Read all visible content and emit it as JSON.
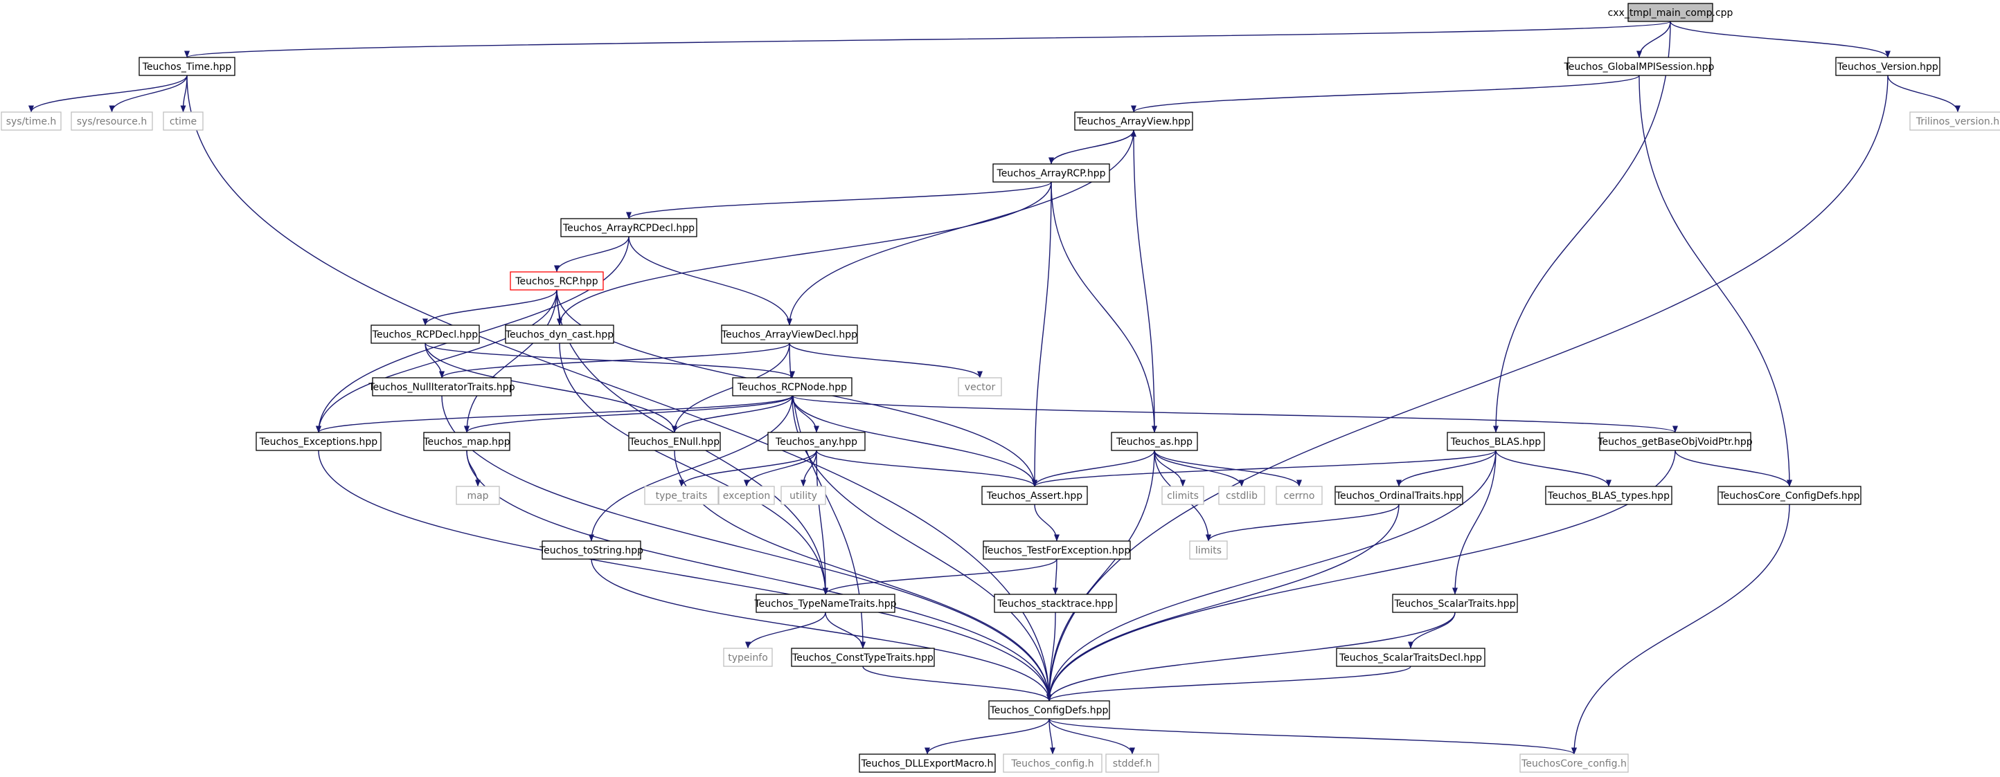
{
  "colors": {
    "edge": "#191970",
    "box_border": "#000000",
    "root_fill": "#bfbfbf",
    "highlight_border": "#ff0000",
    "external_border": "#bfbfbf",
    "external_text": "#7a7a7a"
  },
  "nodes": [
    {
      "id": "root",
      "label": "cxx_tmpl_main_comp.cpp",
      "kind": "root"
    },
    {
      "id": "time",
      "label": "Teuchos_Time.hpp",
      "kind": "normal"
    },
    {
      "id": "gmpi",
      "label": "Teuchos_GlobalMPISession.hpp",
      "kind": "normal"
    },
    {
      "id": "version",
      "label": "Teuchos_Version.hpp",
      "kind": "normal"
    },
    {
      "id": "systime",
      "label": "sys/time.h",
      "kind": "external"
    },
    {
      "id": "sysres",
      "label": "sys/resource.h",
      "kind": "external"
    },
    {
      "id": "ctime",
      "label": "ctime",
      "kind": "external"
    },
    {
      "id": "trilinos",
      "label": "Trilinos_version.h",
      "kind": "external"
    },
    {
      "id": "arrayview",
      "label": "Teuchos_ArrayView.hpp",
      "kind": "normal"
    },
    {
      "id": "arrayrcp",
      "label": "Teuchos_ArrayRCP.hpp",
      "kind": "normal"
    },
    {
      "id": "arrayrcpdecl",
      "label": "Teuchos_ArrayRCPDecl.hpp",
      "kind": "normal"
    },
    {
      "id": "rcp",
      "label": "Teuchos_RCP.hpp",
      "kind": "highlight"
    },
    {
      "id": "rcpdecl",
      "label": "Teuchos_RCPDecl.hpp",
      "kind": "normal"
    },
    {
      "id": "dyncast",
      "label": "Teuchos_dyn_cast.hpp",
      "kind": "normal"
    },
    {
      "id": "arrayviewdecl",
      "label": "Teuchos_ArrayViewDecl.hpp",
      "kind": "normal"
    },
    {
      "id": "vector",
      "label": "vector",
      "kind": "external"
    },
    {
      "id": "nulliter",
      "label": "Teuchos_NullIteratorTraits.hpp",
      "kind": "normal"
    },
    {
      "id": "rcpnode",
      "label": "Teuchos_RCPNode.hpp",
      "kind": "normal"
    },
    {
      "id": "exceptions",
      "label": "Teuchos_Exceptions.hpp",
      "kind": "normal"
    },
    {
      "id": "map",
      "label": "Teuchos_map.hpp",
      "kind": "normal"
    },
    {
      "id": "enull",
      "label": "Teuchos_ENull.hpp",
      "kind": "normal"
    },
    {
      "id": "any",
      "label": "Teuchos_any.hpp",
      "kind": "normal"
    },
    {
      "id": "as",
      "label": "Teuchos_as.hpp",
      "kind": "normal"
    },
    {
      "id": "blas",
      "label": "Teuchos_BLAS.hpp",
      "kind": "normal"
    },
    {
      "id": "getbase",
      "label": "Teuchos_getBaseObjVoidPtr.hpp",
      "kind": "normal"
    },
    {
      "id": "mapstd",
      "label": "map",
      "kind": "external"
    },
    {
      "id": "typetraits",
      "label": "type_traits",
      "kind": "external"
    },
    {
      "id": "exception",
      "label": "exception",
      "kind": "external"
    },
    {
      "id": "utility",
      "label": "utility",
      "kind": "external"
    },
    {
      "id": "assert",
      "label": "Teuchos_Assert.hpp",
      "kind": "normal"
    },
    {
      "id": "climits",
      "label": "climits",
      "kind": "external"
    },
    {
      "id": "cstdlib",
      "label": "cstdlib",
      "kind": "external"
    },
    {
      "id": "cerrno",
      "label": "cerrno",
      "kind": "external"
    },
    {
      "id": "ordinal",
      "label": "Teuchos_OrdinalTraits.hpp",
      "kind": "normal"
    },
    {
      "id": "blastypes",
      "label": "Teuchos_BLAS_types.hpp",
      "kind": "normal"
    },
    {
      "id": "coreconfigdefs",
      "label": "TeuchosCore_ConfigDefs.hpp",
      "kind": "normal"
    },
    {
      "id": "tostring",
      "label": "Teuchos_toString.hpp",
      "kind": "normal"
    },
    {
      "id": "testforexc",
      "label": "Teuchos_TestForException.hpp",
      "kind": "normal"
    },
    {
      "id": "limits",
      "label": "limits",
      "kind": "external"
    },
    {
      "id": "typename",
      "label": "Teuchos_TypeNameTraits.hpp",
      "kind": "normal"
    },
    {
      "id": "stacktrace",
      "label": "Teuchos_stacktrace.hpp",
      "kind": "normal"
    },
    {
      "id": "scalar",
      "label": "Teuchos_ScalarTraits.hpp",
      "kind": "normal"
    },
    {
      "id": "typeinfo",
      "label": "typeinfo",
      "kind": "external"
    },
    {
      "id": "consttype",
      "label": "Teuchos_ConstTypeTraits.hpp",
      "kind": "normal"
    },
    {
      "id": "scalardecl",
      "label": "Teuchos_ScalarTraitsDecl.hpp",
      "kind": "normal"
    },
    {
      "id": "configdefs",
      "label": "Teuchos_ConfigDefs.hpp",
      "kind": "normal"
    },
    {
      "id": "dllexport",
      "label": "Teuchos_DLLExportMacro.h",
      "kind": "normal"
    },
    {
      "id": "tconfig",
      "label": "Teuchos_config.h",
      "kind": "external"
    },
    {
      "id": "stddef",
      "label": "stddef.h",
      "kind": "external"
    },
    {
      "id": "coreconfig",
      "label": "TeuchosCore_config.h",
      "kind": "external"
    }
  ],
  "edges": [
    [
      "root",
      "time"
    ],
    [
      "root",
      "gmpi"
    ],
    [
      "root",
      "version"
    ],
    [
      "root",
      "blas"
    ],
    [
      "time",
      "systime"
    ],
    [
      "time",
      "sysres"
    ],
    [
      "time",
      "ctime"
    ],
    [
      "time",
      "configdefs"
    ],
    [
      "gmpi",
      "arrayview"
    ],
    [
      "gmpi",
      "coreconfigdefs"
    ],
    [
      "version",
      "trilinos"
    ],
    [
      "version",
      "configdefs"
    ],
    [
      "arrayview",
      "arrayrcp"
    ],
    [
      "arrayview",
      "arrayviewdecl"
    ],
    [
      "arrayview",
      "as"
    ],
    [
      "arrayrcp",
      "arrayview"
    ],
    [
      "arrayrcp",
      "arrayrcpdecl"
    ],
    [
      "arrayrcp",
      "dyncast"
    ],
    [
      "arrayrcp",
      "as"
    ],
    [
      "arrayrcp",
      "assert"
    ],
    [
      "arrayrcpdecl",
      "rcp"
    ],
    [
      "arrayrcpdecl",
      "arrayviewdecl"
    ],
    [
      "arrayrcpdecl",
      "exceptions"
    ],
    [
      "rcp",
      "rcpdecl"
    ],
    [
      "rcp",
      "dyncast"
    ],
    [
      "rcp",
      "exceptions"
    ],
    [
      "rcp",
      "map"
    ],
    [
      "rcp",
      "typename"
    ],
    [
      "rcp",
      "assert"
    ],
    [
      "rcpdecl",
      "nulliter"
    ],
    [
      "rcpdecl",
      "rcpnode"
    ],
    [
      "rcpdecl",
      "enull"
    ],
    [
      "dyncast",
      "typename"
    ],
    [
      "arrayviewdecl",
      "nulliter"
    ],
    [
      "arrayviewdecl",
      "vector"
    ],
    [
      "arrayviewdecl",
      "enull"
    ],
    [
      "arrayviewdecl",
      "consttype"
    ],
    [
      "nulliter",
      "configdefs"
    ],
    [
      "rcpnode",
      "exceptions"
    ],
    [
      "rcpnode",
      "map"
    ],
    [
      "rcpnode",
      "enull"
    ],
    [
      "rcpnode",
      "any"
    ],
    [
      "rcpnode",
      "tostring"
    ],
    [
      "rcpnode",
      "assert"
    ],
    [
      "rcpnode",
      "getbase"
    ],
    [
      "rcpnode",
      "configdefs"
    ],
    [
      "exceptions",
      "configdefs"
    ],
    [
      "map",
      "mapstd"
    ],
    [
      "map",
      "configdefs"
    ],
    [
      "enull",
      "configdefs"
    ],
    [
      "any",
      "typetraits"
    ],
    [
      "any",
      "exception"
    ],
    [
      "any",
      "utility"
    ],
    [
      "any",
      "assert"
    ],
    [
      "any",
      "typename"
    ],
    [
      "as",
      "assert"
    ],
    [
      "as",
      "climits"
    ],
    [
      "as",
      "cstdlib"
    ],
    [
      "as",
      "cerrno"
    ],
    [
      "as",
      "limits"
    ],
    [
      "as",
      "configdefs"
    ],
    [
      "blas",
      "assert"
    ],
    [
      "blas",
      "ordinal"
    ],
    [
      "blas",
      "blastypes"
    ],
    [
      "blas",
      "scalar"
    ],
    [
      "blas",
      "configdefs"
    ],
    [
      "getbase",
      "coreconfigdefs"
    ],
    [
      "getbase",
      "configdefs"
    ],
    [
      "assert",
      "testforexc"
    ],
    [
      "ordinal",
      "limits"
    ],
    [
      "ordinal",
      "configdefs"
    ],
    [
      "coreconfigdefs",
      "coreconfig"
    ],
    [
      "tostring",
      "configdefs"
    ],
    [
      "testforexc",
      "typename"
    ],
    [
      "testforexc",
      "stacktrace"
    ],
    [
      "typename",
      "typeinfo"
    ],
    [
      "typename",
      "consttype"
    ],
    [
      "stacktrace",
      "configdefs"
    ],
    [
      "scalar",
      "scalardecl"
    ],
    [
      "scalar",
      "configdefs"
    ],
    [
      "consttype",
      "configdefs"
    ],
    [
      "scalardecl",
      "configdefs"
    ],
    [
      "configdefs",
      "dllexport"
    ],
    [
      "configdefs",
      "tconfig"
    ],
    [
      "configdefs",
      "stddef"
    ],
    [
      "configdefs",
      "coreconfig"
    ]
  ]
}
